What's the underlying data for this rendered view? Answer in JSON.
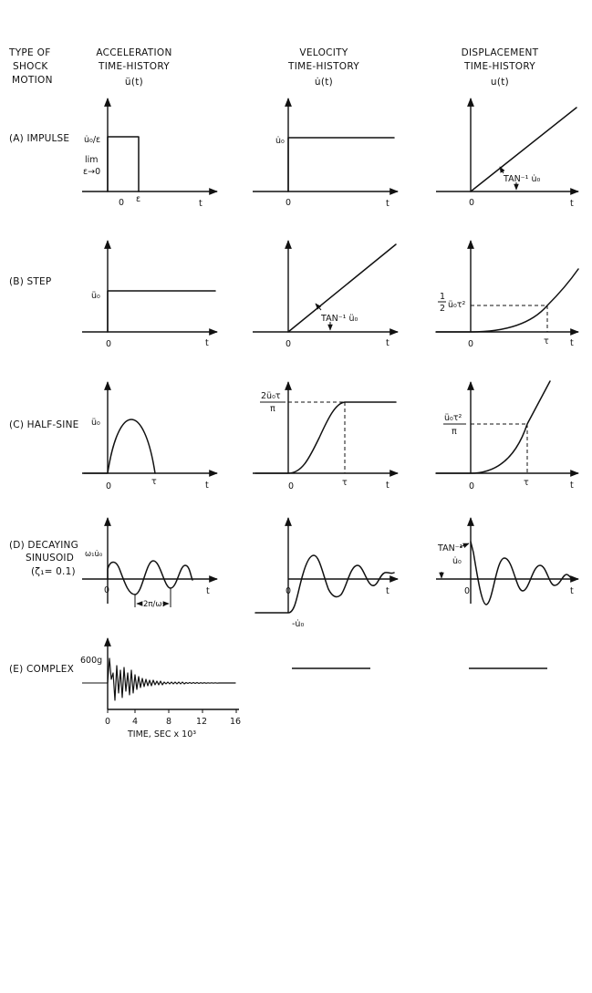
{
  "headers": {
    "type_col": [
      "TYPE OF",
      "SHOCK",
      "MOTION"
    ],
    "acceleration": [
      "ACCELERATION",
      "TIME-HISTORY",
      "ü(t)"
    ],
    "velocity": [
      "VELOCITY",
      "TIME-HISTORY",
      "u̇(t)"
    ],
    "displacement": [
      "DISPLACEMENT",
      "TIME-HISTORY",
      "u(t)"
    ]
  },
  "rows": {
    "impulse": "(A) IMPULSE",
    "step": "(B) STEP",
    "half_sine": "(C) HALF-SINE",
    "decaying": [
      "(D) DECAYING",
      "SINUSOID",
      "(ζ₁= 0.1)"
    ],
    "complex": "(E) COMPLEX"
  },
  "labels": {
    "zero": "0",
    "t": "t",
    "tau": "τ",
    "epsilon": "ε",
    "impulse_height": "u̇₀/ε",
    "lim": "lim",
    "eps_to_zero": "ε→0",
    "u0_dot": "u̇₀",
    "u0_ddot": "ü₀",
    "tan_inv": "TAN⁻¹",
    "tan_inv_u0_dot": "TAN⁻¹ u̇₀",
    "tan_inv_u0_ddot": "TAN⁻¹ ü₀",
    "half_u0_tau2": "ü₀τ²",
    "half_frac": "1",
    "half_den": "2",
    "two_u0_tau": "2ü₀τ",
    "pi": "π",
    "u0_tau2": "ü₀τ²",
    "omega_u0": "ω₁u̇₀",
    "two_pi_omega": "2π/ω₁",
    "neg_u0": "-u̇₀",
    "g600": "600g",
    "time_label": "TIME, SEC x 10³",
    "complex_ticks": [
      "0",
      "4",
      "8",
      "12",
      "16"
    ]
  }
}
